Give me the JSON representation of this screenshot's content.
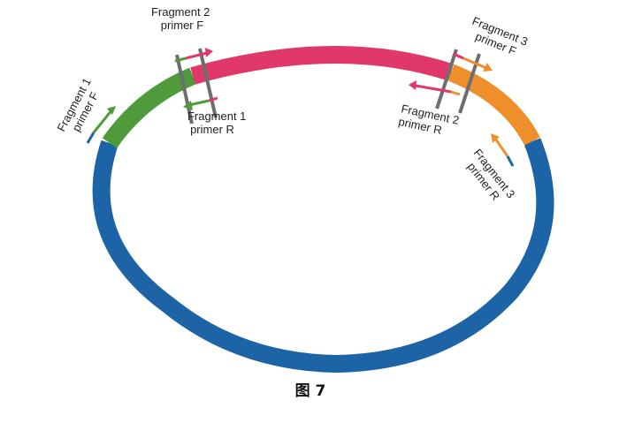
{
  "colors": {
    "backbone": "#1c64a6",
    "fragment1": "#4f9a3a",
    "fragment2": "#e0386a",
    "fragment3": "#ef8f2c",
    "junction_box": "#6d6e70",
    "text": "#222222"
  },
  "labels": {
    "frag1_primer_f": [
      "Fragment 1",
      "primer F"
    ],
    "frag2_primer_f": [
      "Fragment 2",
      "primer F"
    ],
    "frag1_primer_r": [
      "Fragment 1",
      "primer R"
    ],
    "frag3_primer_f": [
      "Fragment 3",
      "primer F"
    ],
    "frag2_primer_r": [
      "Fragment 2",
      "primer R"
    ],
    "frag3_primer_r": [
      "Fragment 3",
      "primer R"
    ]
  },
  "caption": "图 7"
}
